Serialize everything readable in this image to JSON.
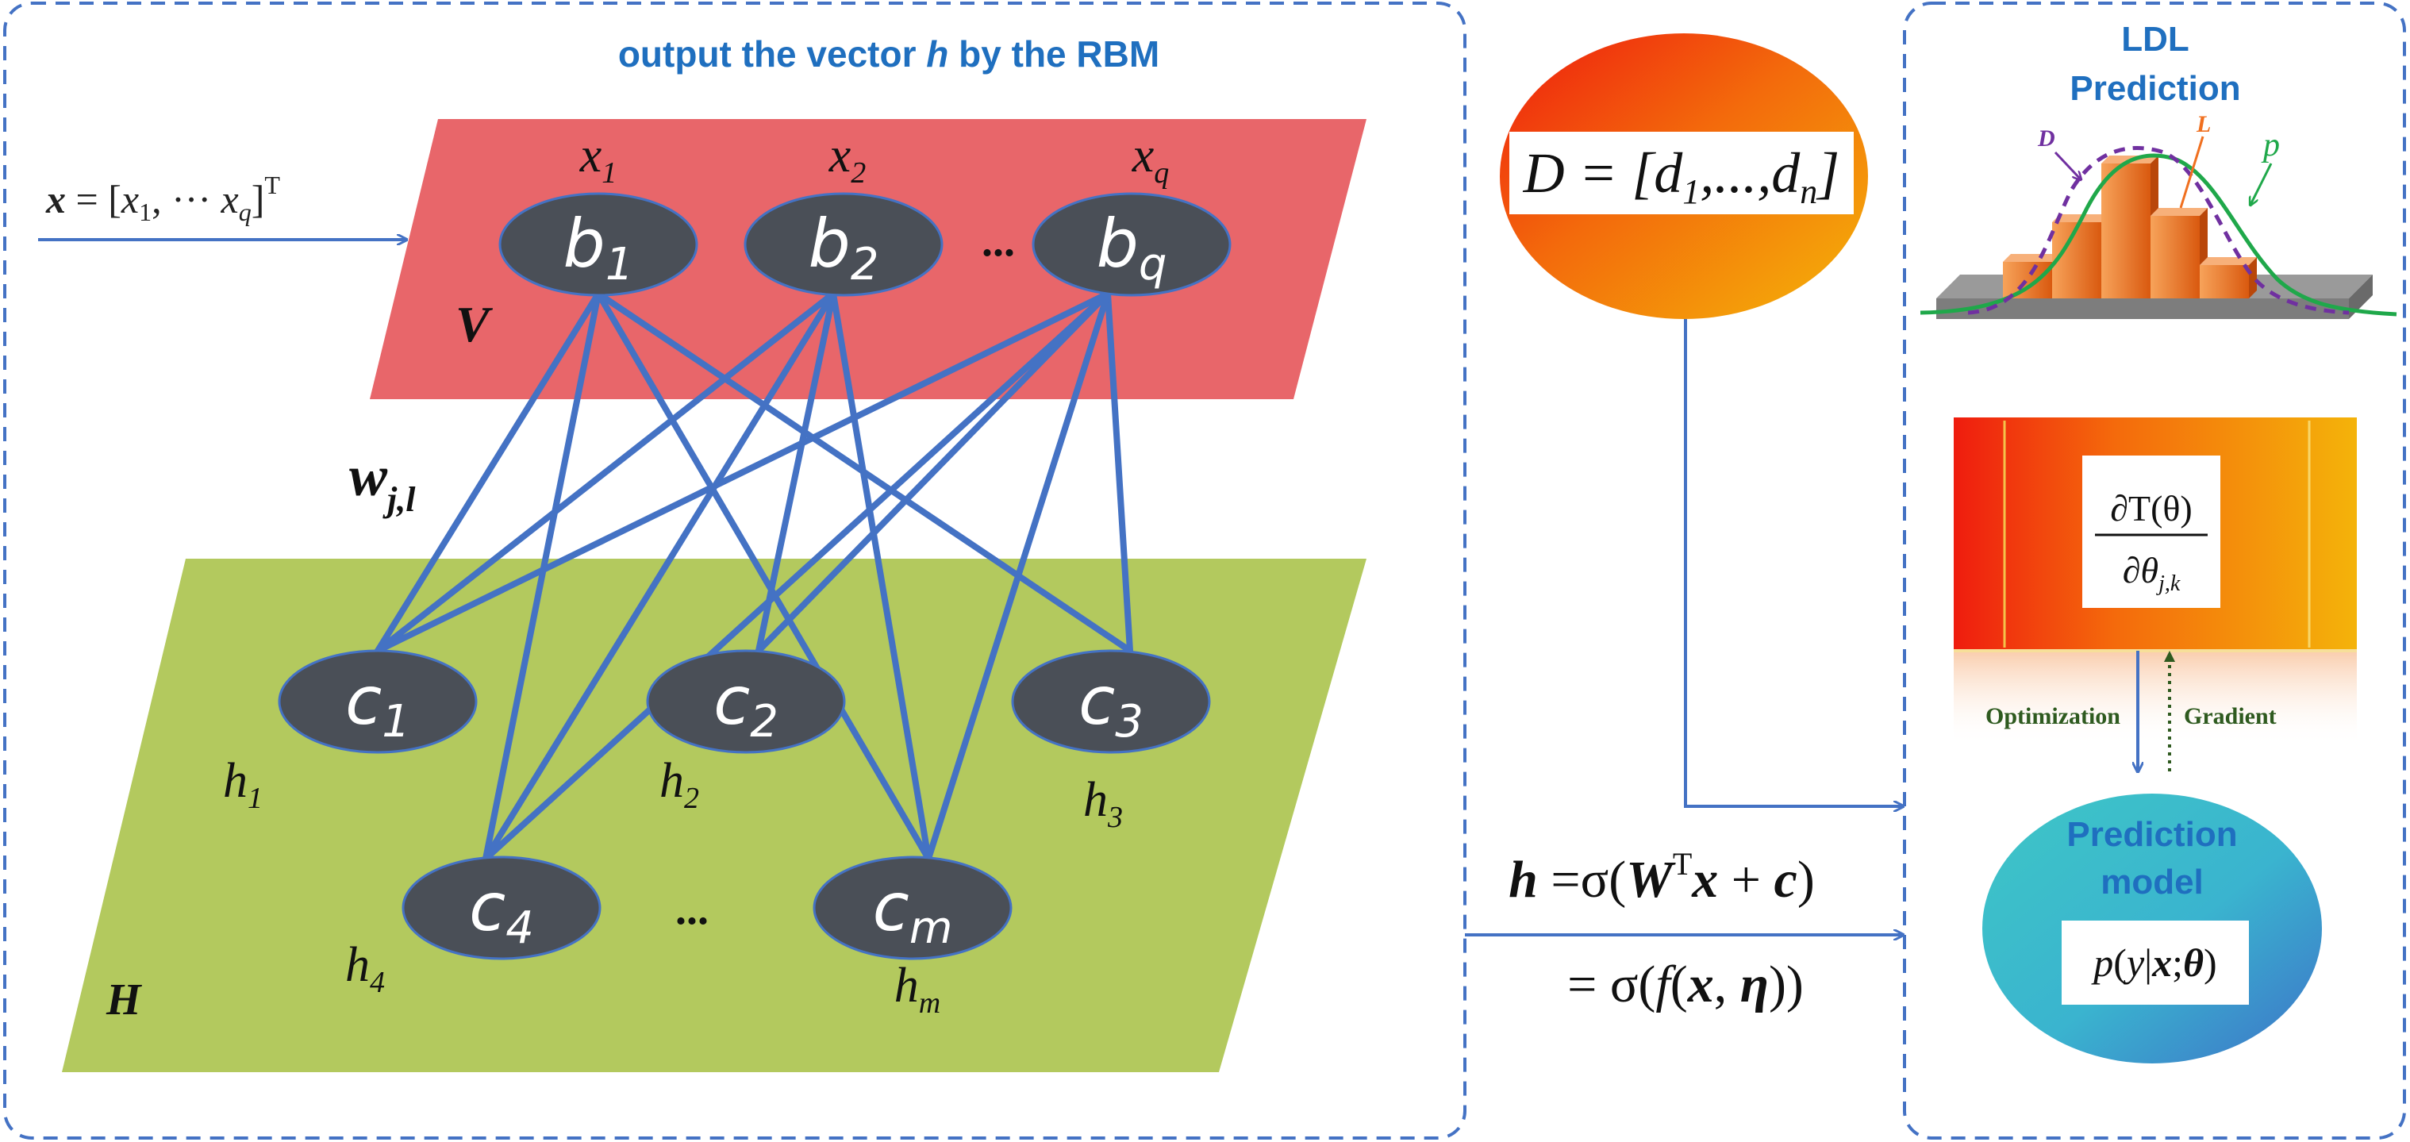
{
  "rbm_panel": {
    "title_pre": "output the vector ",
    "title_var": "h",
    "title_post": " by the RBM",
    "input_eq_lhs": "x",
    "input_eq_mid": " = [",
    "input_eq_x1": "x",
    "input_eq_sub1": "1",
    "input_eq_dots": ", ··· ",
    "input_eq_xq": "x",
    "input_eq_subq": "q",
    "input_eq_close": "]",
    "input_eq_sup": "T",
    "visible_layer_label": "V",
    "hidden_layer_label": "H",
    "weight_label": "w",
    "weight_sub": "j,l",
    "visible_nodes": [
      {
        "base": "b",
        "sub": "1",
        "input": "x",
        "input_sub": "1"
      },
      {
        "base": "b",
        "sub": "2",
        "input": "x",
        "input_sub": "2"
      },
      {
        "base": "b",
        "sub": "q",
        "input": "x",
        "input_sub": "q"
      }
    ],
    "visible_ellipsis": "...",
    "hidden_nodes": [
      {
        "base": "c",
        "sub": "1",
        "out": "h",
        "out_sub": "1"
      },
      {
        "base": "c",
        "sub": "2",
        "out": "h",
        "out_sub": "2"
      },
      {
        "base": "c",
        "sub": "3",
        "out": "h",
        "out_sub": "3"
      },
      {
        "base": "c",
        "sub": "4",
        "out": "h",
        "out_sub": "4"
      },
      {
        "base": "c",
        "sub": "m",
        "out": "h",
        "out_sub": "m"
      }
    ],
    "hidden_ellipsis": "...",
    "connections": [
      [
        0,
        0
      ],
      [
        0,
        2
      ],
      [
        0,
        3
      ],
      [
        0,
        4
      ],
      [
        1,
        0
      ],
      [
        1,
        1
      ],
      [
        1,
        3
      ],
      [
        1,
        4
      ],
      [
        2,
        0
      ],
      [
        2,
        1
      ],
      [
        2,
        2
      ],
      [
        2,
        3
      ],
      [
        2,
        4
      ]
    ]
  },
  "middle": {
    "d_eq": "D = [d",
    "d_sub1": "1",
    "d_mid": ",...,d",
    "d_subn": "n",
    "d_close": "]",
    "h_eq_line1": "h = σ(WTx + c)",
    "h_eq_line2": "= σ(f(x, η))"
  },
  "ldl_panel": {
    "title_line1": "LDL",
    "title_line2": "Prediction",
    "label_D": "D",
    "label_L": "L",
    "label_p": "p",
    "gradient_expr_num": "∂T(θ)",
    "gradient_expr_den": "∂θj,k",
    "optimization_label": "Optimization",
    "gradient_label": "Gradient",
    "model_title_line1": "Prediction",
    "model_title_line2": "model",
    "model_expr": "p(y|x;θ)"
  },
  "colors": {
    "accent_blue": "#1f6fbf",
    "line_blue": "#4472c4",
    "visible_layer": "#e8666a",
    "hidden_layer": "#b3c95e",
    "node_fill": "#4a4f57",
    "dashed_border": "#4472c4",
    "dark_green": "#2e5a1f"
  }
}
